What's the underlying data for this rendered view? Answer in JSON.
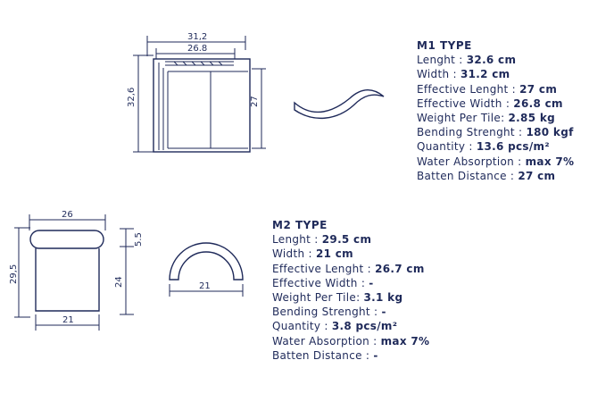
{
  "m1": {
    "title": "M1 TYPE",
    "specs": [
      {
        "label": "Lenght : ",
        "value": "32.6 cm"
      },
      {
        "label": "Width : ",
        "value": "31.2 cm"
      },
      {
        "label": "Effective Lenght : ",
        "value": "27 cm"
      },
      {
        "label": "Effective Width : ",
        "value": "26.8 cm"
      },
      {
        "label": "Weight Per Tile: ",
        "value": "2.85 kg"
      },
      {
        "label": "Bending Strenght : ",
        "value": "180 kgf"
      },
      {
        "label": "Quantity : ",
        "value": "13.6 pcs/m²"
      },
      {
        "label": "Water Absorption : ",
        "value": "max 7%"
      },
      {
        "label": "Batten Distance : ",
        "value": "27 cm"
      }
    ],
    "dims": {
      "width": "31,2",
      "effective_width": "26.8",
      "length": "32,6",
      "effective_length": "27"
    }
  },
  "m2": {
    "title": "M2 TYPE",
    "specs": [
      {
        "label": "Lenght : ",
        "value": "29.5 cm"
      },
      {
        "label": "Width : ",
        "value": "21 cm"
      },
      {
        "label": "Effective Lenght : ",
        "value": "26.7 cm"
      },
      {
        "label": "Effective Width : ",
        "value": "-"
      },
      {
        "label": "Weight Per Tile: ",
        "value": "3.1 kg"
      },
      {
        "label": "Bending Strenght : ",
        "value": "-"
      },
      {
        "label": "Quantity : ",
        "value": "3.8 pcs/m²"
      },
      {
        "label": "Water Absorption : ",
        "value": "max 7%"
      },
      {
        "label": "Batten Distance : ",
        "value": "-"
      }
    ],
    "dims": {
      "top_width": "26",
      "length": "29,5",
      "height": "24",
      "cap": "5.5",
      "bottom_width": "21",
      "arc_width": "21"
    }
  },
  "colors": {
    "ink": "#1f2a5a",
    "background": "#ffffff"
  }
}
